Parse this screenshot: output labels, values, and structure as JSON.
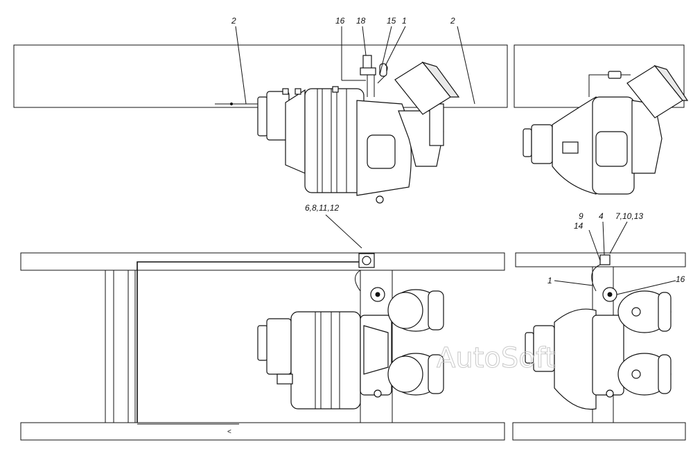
{
  "callouts": {
    "top_left_2": "2",
    "top_16": "16",
    "top_18": "18",
    "top_15": "15",
    "top_1": "1",
    "top_right_2": "2",
    "mid_6_8_11_12": "6,8,11,12",
    "right_9": "9",
    "right_14": "14",
    "right_4": "4",
    "right_7_10_13": "7,10,13",
    "right_1": "1",
    "right_16": "16"
  },
  "watermark": "AutoSoft",
  "icons": {
    "gearbox": "gearbox-icon",
    "air_reservoir": "air-reservoir-icon",
    "valve": "valve-icon"
  }
}
